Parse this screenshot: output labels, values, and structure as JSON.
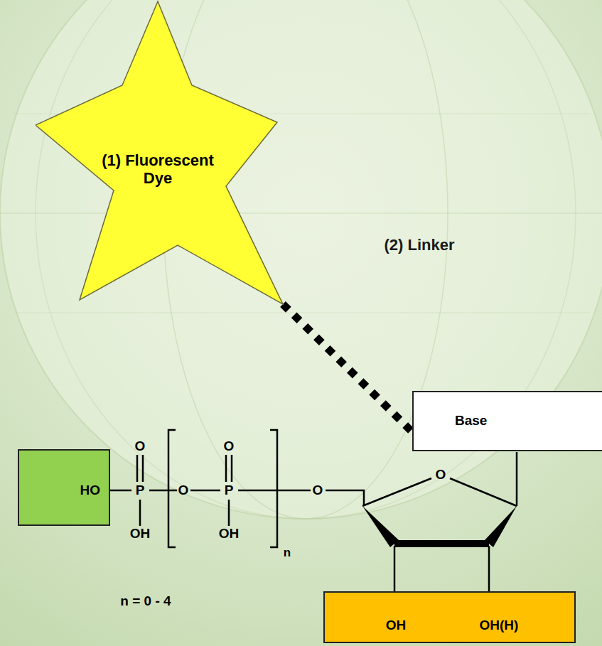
{
  "diagram": {
    "nodes": [
      {
        "text": [
          "(1) Fluorescent Dye"
        ]
      },
      {
        "text": [
          "Base"
        ]
      },
      {
        "text": [
          "HO"
        ]
      },
      {
        "text": [
          "OH",
          "OH(H)"
        ]
      }
    ],
    "edges": [
      {
        "from": 0,
        "to": 1,
        "arrow": "none",
        "label": "(2) Linker"
      }
    ],
    "labels": [
      "O",
      "P",
      "OH",
      "O",
      "O",
      "P",
      "OH",
      "n",
      "O",
      "n = 0 - 4",
      "O"
    ]
  }
}
